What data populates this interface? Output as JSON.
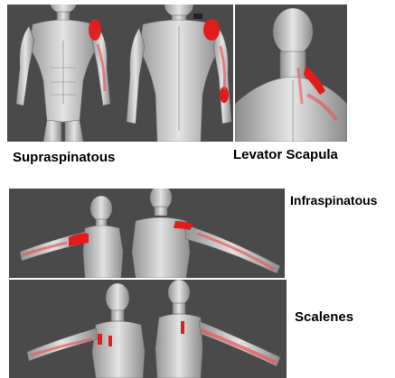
{
  "labels": {
    "supraspinatous": "Supraspinatous",
    "levator_scapula": "Levator Scapula",
    "infraspinatous": "Infraspinatous",
    "scalenes": "Scalenes"
  },
  "colors": {
    "panel_bg": "#4a4a4a",
    "muscle_base": "#d6d6d6",
    "trigger_point": "#e31b1b",
    "referral": "#e85a5a"
  },
  "images": [
    "supraspinatous-front-body-image",
    "supraspinatous-back-body-image",
    "levator-scapula-neck-image",
    "infraspinatous-front-back-image",
    "scalenes-front-back-image"
  ]
}
